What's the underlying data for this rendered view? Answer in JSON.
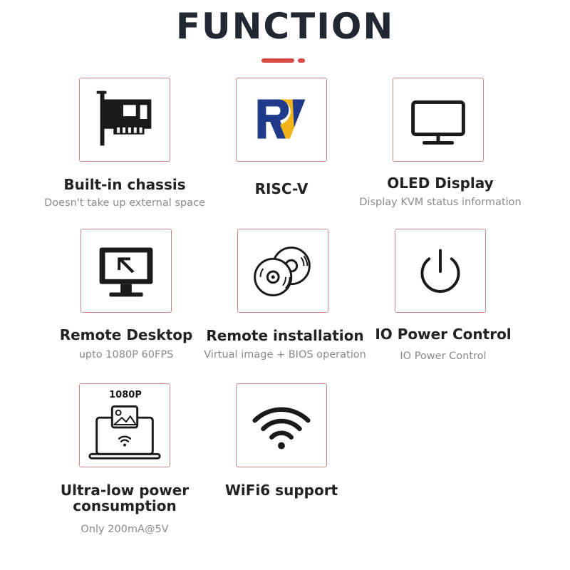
{
  "header": {
    "title": "FUNCTION",
    "accent_color": "#d94a45"
  },
  "features": [
    {
      "name": "Built-in chassis",
      "desc": "Doesn't take up external space",
      "icon": "pci-card-icon"
    },
    {
      "name": "RISC-V",
      "desc": "",
      "icon": "risc-v-logo"
    },
    {
      "name": "OLED Display",
      "desc": "Display KVM status information",
      "icon": "monitor-icon"
    },
    {
      "name": "Remote Desktop",
      "desc": "upto 1080P 60FPS",
      "icon": "remote-desktop-icon"
    },
    {
      "name": "Remote installation",
      "desc": "Virtual image + BIOS operation",
      "icon": "disc-icon"
    },
    {
      "name": "IO Power Control",
      "desc": "IO Power Control",
      "icon": "power-icon"
    },
    {
      "name": "Ultra-low power consumption",
      "desc": "Only 200mA@5V",
      "icon": "laptop-wifi-icon",
      "badge": "1080P"
    },
    {
      "name": "WiFi6 support",
      "desc": "",
      "icon": "wifi-icon"
    }
  ],
  "colors": {
    "tile_border": "#c98a86",
    "logo_blue": "#1f3a8a",
    "logo_yellow": "#f2b318"
  }
}
